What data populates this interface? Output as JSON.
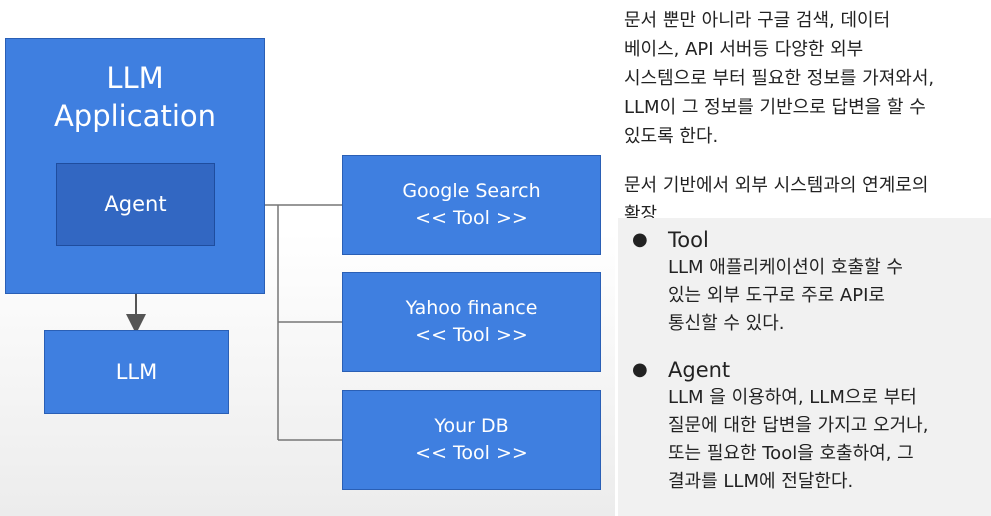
{
  "diagram": {
    "app_title": [
      "LLM",
      "Application"
    ],
    "agent_label": "Agent",
    "llm_label": "LLM",
    "tools": [
      {
        "name": "Google Search",
        "tag": "<< Tool >>"
      },
      {
        "name": "Yahoo finance",
        "tag": "<< Tool >>"
      },
      {
        "name": "Your DB",
        "tag": "<< Tool >>"
      }
    ]
  },
  "description": {
    "para1": [
      "문서 뿐만 아니라 구글 검색, 데이터",
      "베이스, API 서버등 다양한 외부",
      "시스템으로 부터 필요한 정보를 가져와서,",
      "LLM이 그 정보를 기반으로 답변을 할 수",
      "있도록 한다."
    ],
    "para2": [
      "문서 기반에서 외부 시스템과의 연계로의",
      "확장"
    ]
  },
  "definitions": [
    {
      "bullet": "●",
      "term": "Tool",
      "lines": [
        "LLM 애플리케이션이 호출할 수",
        "있는 외부 도구로 주로 API로",
        "통신할 수 있다."
      ]
    },
    {
      "bullet": "●",
      "term": "Agent",
      "lines": [
        "LLM 을 이용하여, LLM으로 부터",
        "질문에 대한 답변을 가지고 오거나,",
        "또는 필요한 Tool을 호출하여, 그",
        "결과를 LLM에 전달한다."
      ]
    }
  ],
  "colors": {
    "box_blue": "#3f7fe0",
    "agent_blue": "#3267c2",
    "connector": "#777777"
  }
}
